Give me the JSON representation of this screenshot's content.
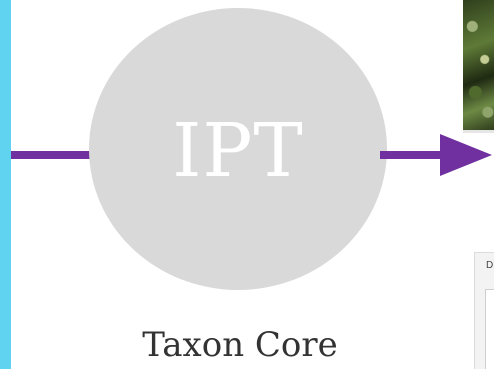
{
  "diagram": {
    "node": {
      "label": "IPT",
      "caption": "Taxon Core"
    },
    "right_panel": {
      "partial_text": "D"
    }
  },
  "colors": {
    "left_strip": "#5fd3f0",
    "connector": "#7030a0",
    "node_fill": "#d9d9d9"
  }
}
